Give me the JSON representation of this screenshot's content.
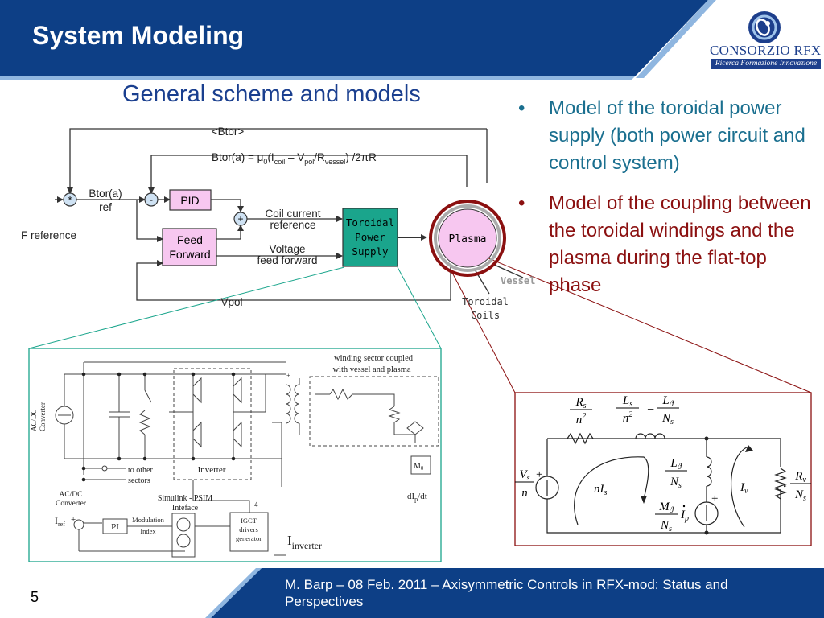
{
  "header": {
    "title": "System Modeling"
  },
  "logo": {
    "name": "CONSORZIO RFX",
    "tagline": "Ricerca Formazione Innovazione"
  },
  "slide": {
    "subtitle": "General scheme and models"
  },
  "bullets": [
    {
      "text": "Model of the toroidal power supply (both power circuit and control system)",
      "color": "#1a6f8f"
    },
    {
      "text": "Model of the coupling between the toroidal windings and the plasma during the flat-top phase",
      "color": "#8b1010"
    }
  ],
  "block_diagram": {
    "btor_feedback": "<Btor>",
    "btor_formula_lead": "Btor(a) = μ",
    "btor_formula_rest": "(I",
    "btor_formula_coil_sub": "coil",
    "btor_formula_minus": " – V",
    "btor_formula_pol_sub": "pol",
    "btor_formula_r": "/R",
    "btor_formula_vessel_sub": "vessel",
    "btor_formula_end": ") /2πR",
    "btor_mu_sub": "0",
    "btor_ref_line1": "Btor(a)",
    "btor_ref_line2": "ref",
    "f_reference": "F reference",
    "pid": "PID",
    "feed_forward_line1": "Feed",
    "feed_forward_line2": "Forward",
    "coil_current_line1": "Coil current",
    "coil_current_line2": "reference",
    "voltage_ff_line1": "Voltage",
    "voltage_ff_line2": "feed forward",
    "toroidal_ps_line1": "Toroidal",
    "toroidal_ps_line2": "Power",
    "toroidal_ps_line3": "Supply",
    "plasma": "Plasma",
    "vessel": "Vessel",
    "toroidal_coils_line1": "Toroidal",
    "toroidal_coils_line2": "Coils",
    "vpol": "Vpol",
    "sum_star": "*",
    "sum_minus": "-",
    "sum_plus": "+"
  },
  "power_circuit": {
    "acdc_vertical_line1": "AC/DC",
    "acdc_vertical_line2": "Converter",
    "winding_line1": "winding sector coupled",
    "winding_line2": "with vessel and plasma",
    "inverter": "Inverter",
    "to_other_line1": "to other",
    "to_other_line2": "sectors",
    "acdc_line1": "AC/DC",
    "acdc_line2": "Converter",
    "simulink_line1": "Simulink - PSIM",
    "simulink_line2": "Inteface",
    "lref_main": "I",
    "lref_sub": "ref",
    "pi": "PI",
    "modulation": "Modulation",
    "index": "Index",
    "igct_line1": "IGCT",
    "igct_line2": "drivers",
    "igct_line3": "generator",
    "four": "4",
    "m_theta": "M",
    "m_theta_sub": "θ",
    "dip_dt_main": "dI",
    "dip_dt_sub": "p",
    "dip_dt_end": "/dt",
    "i_inverter_main": "I",
    "i_inverter_sub": "inverter",
    "plus": "+",
    "minus": "-"
  },
  "coupling_circuit": {
    "rs_num": "R",
    "rs_num_sub": "s",
    "n2": "n",
    "n2_sup": "2",
    "ls_num": "L",
    "ls_num_sub": "s",
    "minus": "−",
    "ltheta_num": "L",
    "ltheta_sub": "ϑ",
    "ns": "N",
    "ns_sub": "s",
    "vs_num": "V",
    "vs_sub": "s",
    "n": "n",
    "nis": "nI",
    "nis_sub": "s",
    "ltheta2_num": "L",
    "mtheta_num": "M",
    "mtheta_sub": "ϑ",
    "ip_i": "I",
    "ip_sub": "p",
    "iv": "I",
    "iv_sub": "v",
    "rv_num": "R",
    "rv_sub": "v",
    "plus": "+"
  },
  "footer": {
    "text": "M. Barp – 08 Feb. 2011 – Axisymmetric Controls in RFX-mod: Status and Perspectives",
    "page": "5"
  },
  "colors": {
    "header_blue": "#0d3f86",
    "accent_light": "#cfe2f3",
    "pink_block": "#f7c7f0",
    "teal_block": "#1aa58c",
    "dark_red": "#8b1010",
    "teal_text": "#1a6f8f"
  }
}
